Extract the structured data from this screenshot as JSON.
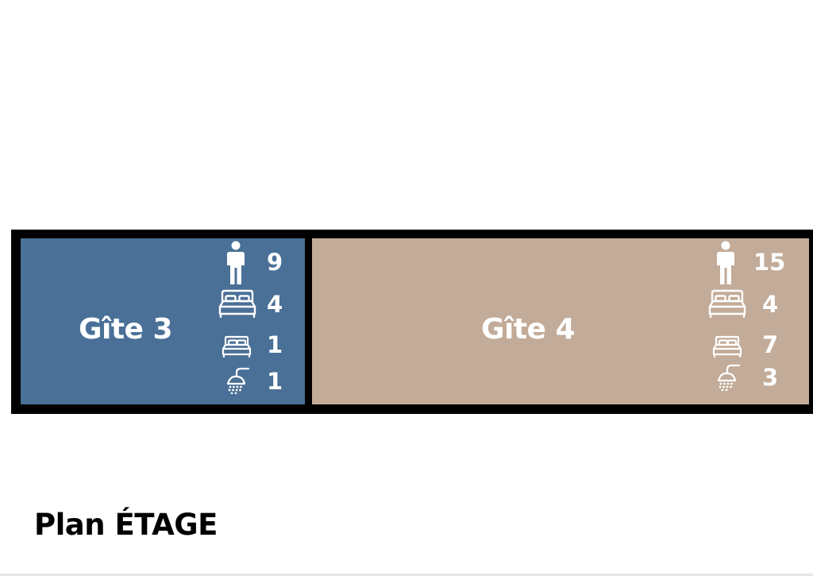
{
  "floor_plan": {
    "rooms": [
      {
        "name": "Gîte 3",
        "color": "#4a7097",
        "stats": {
          "guests": "9",
          "double_beds": "4",
          "single_beds": "1",
          "showers": "1"
        }
      },
      {
        "name": "Gîte 4",
        "color": "#c2ab98",
        "stats": {
          "guests": "15",
          "double_beds": "4",
          "single_beds": "7",
          "showers": "3"
        }
      }
    ],
    "icons": {
      "guests": "person-icon",
      "double_beds": "double-bed-icon",
      "single_beds": "single-bed-icon",
      "showers": "shower-icon"
    }
  },
  "footer": {
    "plan_label": "Plan ÉTAGE"
  }
}
